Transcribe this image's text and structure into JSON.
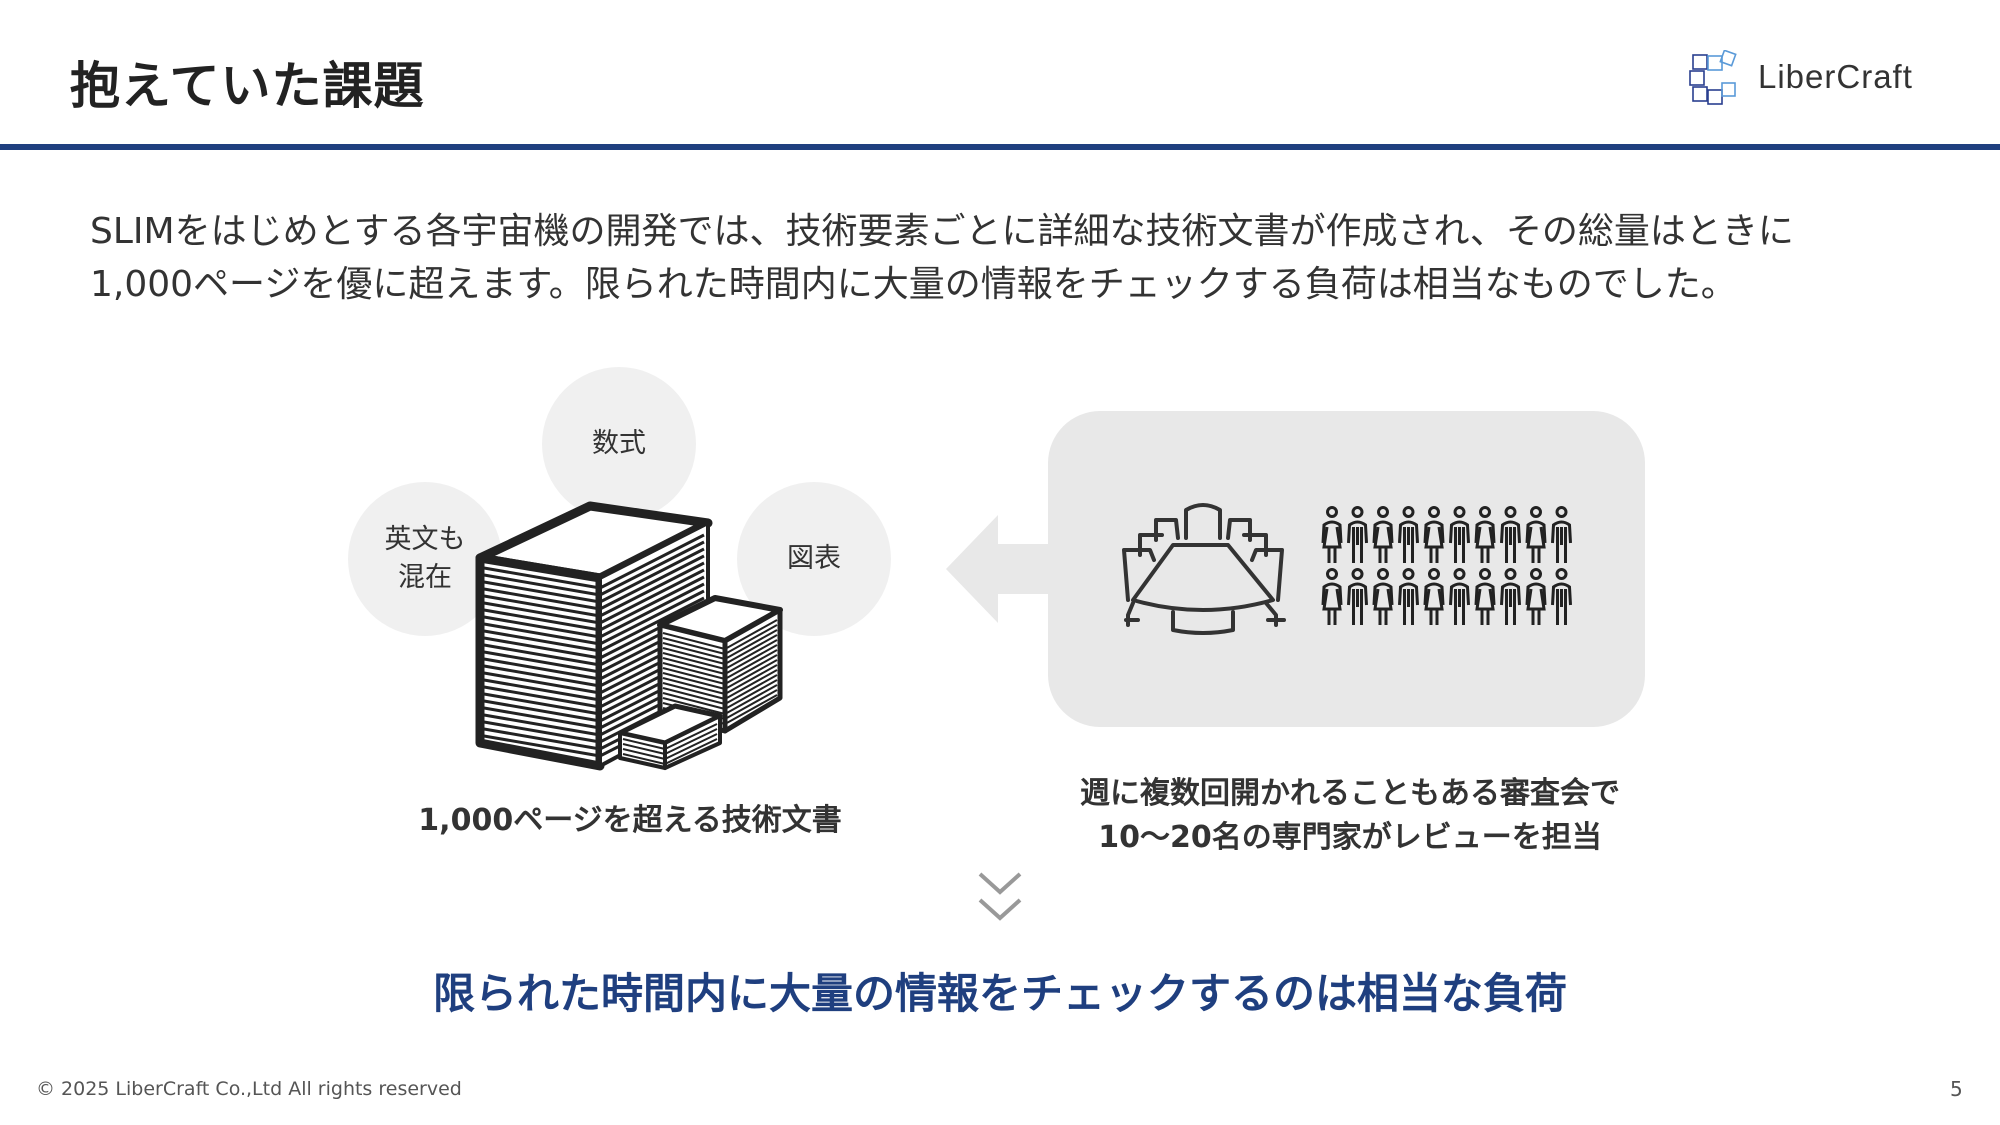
{
  "header": {
    "title": "抱えていた課題",
    "logo_text": "LiberCraft"
  },
  "intro": {
    "line1": "SLIMをはじめとする各宇宙機の開発では、技術要素ごとに詳細な技術文書が作成され、その総量はときに",
    "line2": "1,000ページを優に超えます。限られた時間内に大量の情報をチェックする負荷は相当なものでした。"
  },
  "documents": {
    "bubbles": [
      {
        "line1": "数式",
        "line2": ""
      },
      {
        "line1": "英文も",
        "line2": "混在"
      },
      {
        "line1": "図表",
        "line2": ""
      }
    ],
    "label": "1,000ページを超える技術文書"
  },
  "review": {
    "line1": "週に複数回開かれることもある審査会で",
    "line2": "10〜20名の専門家がレビューを担当",
    "people_count": 20
  },
  "conclusion": "限られた時間内に大量の情報をチェックするのは相当な負荷",
  "footer": {
    "copyright": "© 2025 LiberCraft Co.,Ltd All rights reserved",
    "page_number": "5"
  },
  "colors": {
    "accent": "#1f3f7f",
    "panel": "#e8e8e8",
    "bubble": "#f0f0f0"
  }
}
